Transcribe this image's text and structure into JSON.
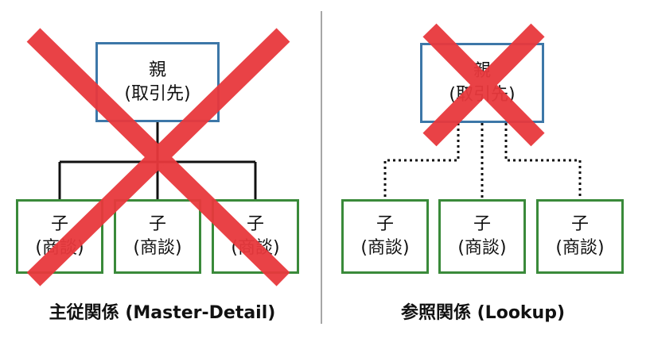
{
  "colors": {
    "parent_border": "#3d77a8",
    "child_border": "#3a8a3a",
    "connector": "#111111",
    "cross": "#e8383d",
    "divider": "#888888"
  },
  "master_detail": {
    "caption": "主従関係 (Master-Detail)",
    "connector_style": "solid",
    "crossed_out": true,
    "parent": {
      "title": "親",
      "subtitle": "(取引先)"
    },
    "children": [
      {
        "title": "子",
        "subtitle": "(商談)"
      },
      {
        "title": "子",
        "subtitle": "(商談)"
      },
      {
        "title": "子",
        "subtitle": "(商談)"
      }
    ]
  },
  "lookup": {
    "caption": "参照関係 (Lookup)",
    "connector_style": "dotted",
    "crossed_out": "parent only",
    "parent": {
      "title": "親",
      "subtitle": "(取引先)"
    },
    "children": [
      {
        "title": "子",
        "subtitle": "(商談)"
      },
      {
        "title": "子",
        "subtitle": "(商談)"
      },
      {
        "title": "子",
        "subtitle": "(商談)"
      }
    ]
  }
}
